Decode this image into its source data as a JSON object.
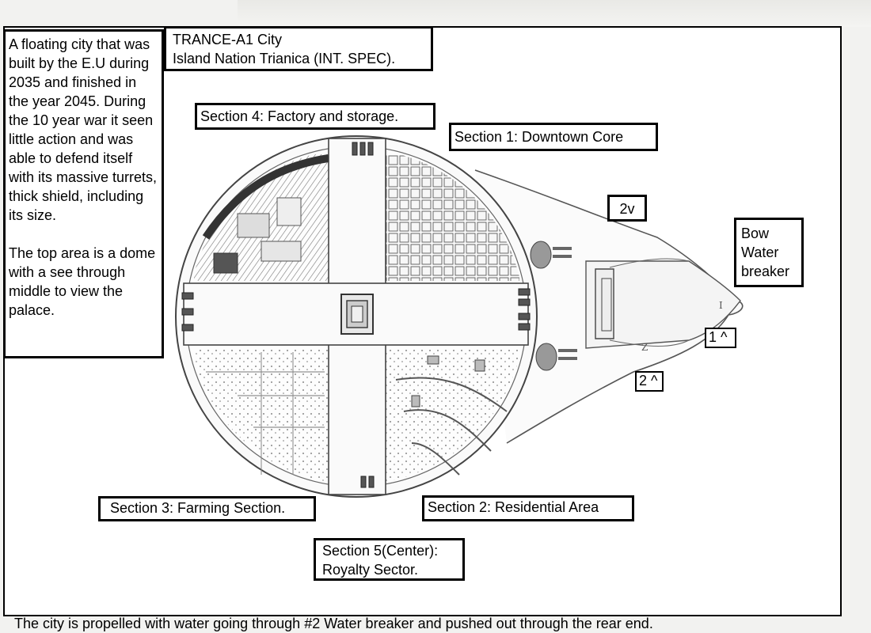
{
  "title": {
    "line1": "TRANCE-A1 City",
    "line2": "Island Nation Trianica (INT. SPEC)."
  },
  "description": {
    "paragraph1": "A floating city that was built by the E.U during 2035 and finished in the year 2045. During the 10 year war it seen little action and was able to defend itself with its massive turrets, thick shield, including its size.",
    "paragraph2": "The top area is a dome with a see through middle to view the palace."
  },
  "sections": {
    "section4": "Section 4: Factory and storage.",
    "section1": "Section 1: Downtown Core",
    "section3": "Section 3: Farming Section.",
    "section2": "Section 2: Residential Area",
    "section5_line1": "Section 5(Center):",
    "section5_line2": "Royalty Sector."
  },
  "markers": {
    "two_down": "2v",
    "one_up": "1 ^",
    "two_up": "2 ^"
  },
  "bow": {
    "line1": "Bow",
    "line2": "Water",
    "line3": "breaker"
  },
  "hull_marks": {
    "mark1": "I",
    "mark2": "Z"
  },
  "footer": "The city is propelled with water going through #2 Water breaker and pushed out through the rear end."
}
